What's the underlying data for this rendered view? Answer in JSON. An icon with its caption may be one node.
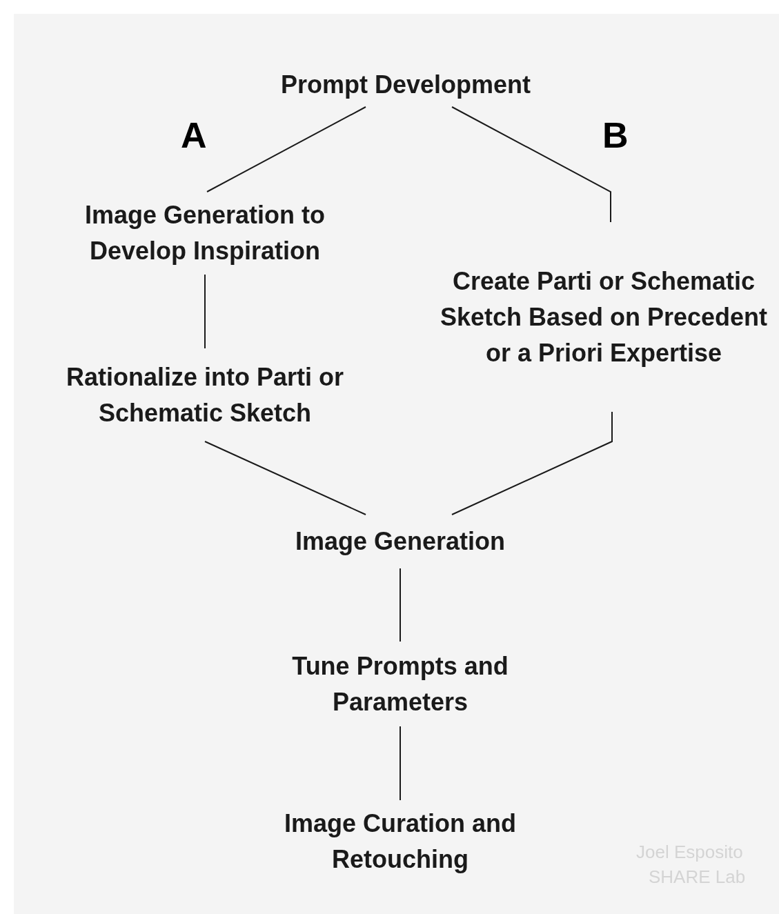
{
  "diagram": {
    "nodes": [
      {
        "text": [
          "Prompt Development"
        ]
      },
      {
        "text": [
          "Image Generation to Develop Inspiration"
        ]
      },
      {
        "text": [
          "Rationalize into Parti or Schematic Sketch"
        ]
      },
      {
        "text": [
          "Create Parti or Schematic Sketch Based on Precedent or a Priori Expertise"
        ]
      },
      {
        "text": [
          "Image Generation"
        ]
      },
      {
        "text": [
          "Tune Prompts and Parameters"
        ]
      },
      {
        "text": [
          "Image Curation and Retouching"
        ]
      }
    ],
    "edges": [
      {
        "from": 0,
        "to": 1,
        "arrow": "none"
      },
      {
        "from": 0,
        "to": 3,
        "arrow": "none"
      },
      {
        "from": 1,
        "to": 2,
        "arrow": "none"
      },
      {
        "from": 2,
        "to": 4,
        "arrow": "none"
      },
      {
        "from": 3,
        "to": 4,
        "arrow": "none"
      },
      {
        "from": 4,
        "to": 5,
        "arrow": "none"
      },
      {
        "from": 5,
        "to": 6,
        "arrow": "none"
      }
    ],
    "labels": [
      "A",
      "B",
      "Joel Esposito",
      "SHARE Lab"
    ]
  }
}
